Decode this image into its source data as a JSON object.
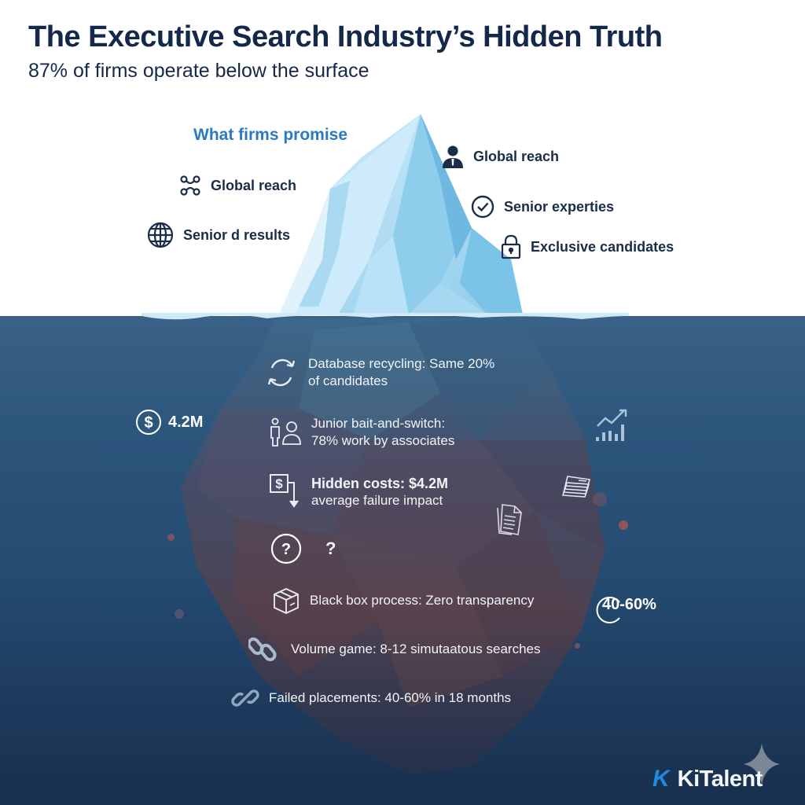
{
  "header": {
    "title": "The Executive Search Industry’s Hidden Truth",
    "subtitle": "87% of firms operate below the surface"
  },
  "above_surface": {
    "heading": "What firms promise",
    "items": [
      {
        "label": "Global reach",
        "icon": "network-nodes-icon"
      },
      {
        "label": "Senior d results",
        "icon": "globe-icon"
      },
      {
        "label": "Global reach",
        "icon": "executive-person-icon"
      },
      {
        "label": "Senior experties",
        "icon": "check-circle-icon"
      },
      {
        "label": "Exclusive candidates",
        "icon": "padlock-icon"
      }
    ]
  },
  "below_surface": {
    "items": [
      {
        "line1": "Database recycling: Same 20%",
        "line2": "of candidates",
        "icon": "refresh-cycle-icon"
      },
      {
        "line1": "Junior bait-and-switch:",
        "line2": "78% work by associates",
        "icon": "people-swap-icon"
      },
      {
        "line1": "Hidden costs: $4.2M",
        "line2": "average failure impact",
        "icon": "dollar-down-arrow-icon"
      },
      {
        "line1": "?",
        "icon": "question-circle-icon"
      },
      {
        "line1": "Black box process: Zero transparency",
        "icon": "box-icon"
      },
      {
        "line1": "Volume game: 8-12 simutaatous searches",
        "icon": "chain-link-icon"
      },
      {
        "line1": "Failed placements: 40-60% in 18 months",
        "icon": "link-icon"
      }
    ],
    "side_stats": [
      {
        "value": "4.2M",
        "icon": "dollar-circle-icon"
      },
      {
        "value": "40-60%",
        "icon": "circle-arc-icon"
      }
    ],
    "decor_icons": [
      "growth-chart-icon",
      "stacked-documents-icon",
      "document-icon"
    ]
  },
  "brand": {
    "mark": "K",
    "name": "KiTalent",
    "icon": "sparkle-star-icon"
  },
  "colors": {
    "title": "#14284a",
    "accent_blue": "#2b79c2",
    "water_top": "#3a6288",
    "water_bottom": "#182f4d",
    "ice_light": "#bfe3f5",
    "ice_mid": "#7cc3e8",
    "brand_k": "#1e8ae0"
  }
}
